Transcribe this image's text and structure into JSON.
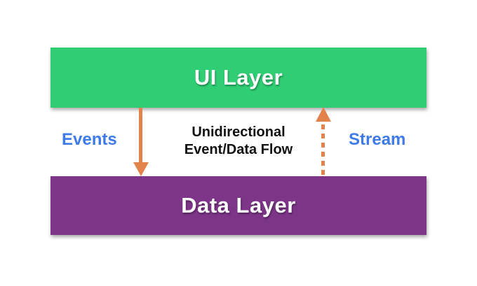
{
  "colors": {
    "green": "#2FCE74",
    "purple": "#7C3587",
    "orange": "#E2834C",
    "blue": "#3E7BE9",
    "text-dark": "#121212",
    "background": "#FFFFFF"
  },
  "diagram": {
    "nodes": [
      {
        "id": "ui-layer",
        "label": "UI Layer"
      },
      {
        "id": "data-layer",
        "label": "Data Layer"
      }
    ],
    "edges": [
      {
        "id": "events",
        "label": "Events",
        "style": "solid",
        "from": "ui-layer",
        "to": "data-layer",
        "direction": "down"
      },
      {
        "id": "stream",
        "label": "Stream",
        "style": "dashed",
        "from": "data-layer",
        "to": "ui-layer",
        "direction": "up"
      }
    ],
    "caption": {
      "line1": "Unidirectional",
      "line2": "Event/Data Flow"
    }
  }
}
